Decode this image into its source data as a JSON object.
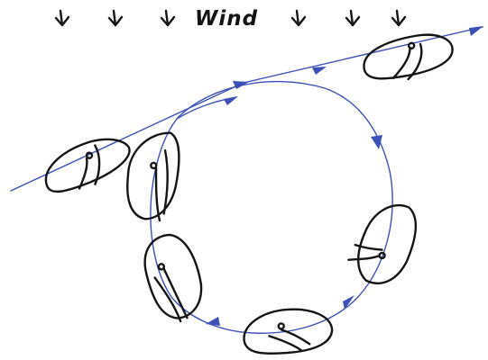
{
  "diagram": {
    "wind_label": "Wind",
    "colors": {
      "ink": "#141414",
      "course": "#3b50b8",
      "background": "#ffffff"
    },
    "boats": [
      {
        "name": "boat-start-left",
        "heading": "close-hauled"
      },
      {
        "name": "boat-end-right",
        "heading": "close-hauled"
      },
      {
        "name": "boat-head-to-wind",
        "heading": "head-to-wind"
      },
      {
        "name": "boat-reaching",
        "heading": "reaching"
      },
      {
        "name": "boat-running",
        "heading": "downwind"
      },
      {
        "name": "boat-broad-reach",
        "heading": "broad reach"
      }
    ]
  }
}
